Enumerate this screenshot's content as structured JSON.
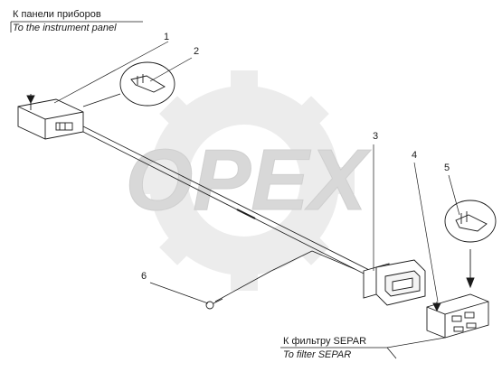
{
  "captions": {
    "top_ru": "К панели приборов",
    "top_en": "To the instrument panel",
    "bottom_ru": "К фильтру SEPAR",
    "bottom_en": "To filter SEPAR"
  },
  "callouts": [
    "1",
    "2",
    "3",
    "4",
    "5",
    "6"
  ],
  "watermark": {
    "text": "OPEX",
    "color": "#e6e6e6"
  },
  "colors": {
    "ink": "#1a1a1a",
    "watermark": "#e8e8e8"
  }
}
